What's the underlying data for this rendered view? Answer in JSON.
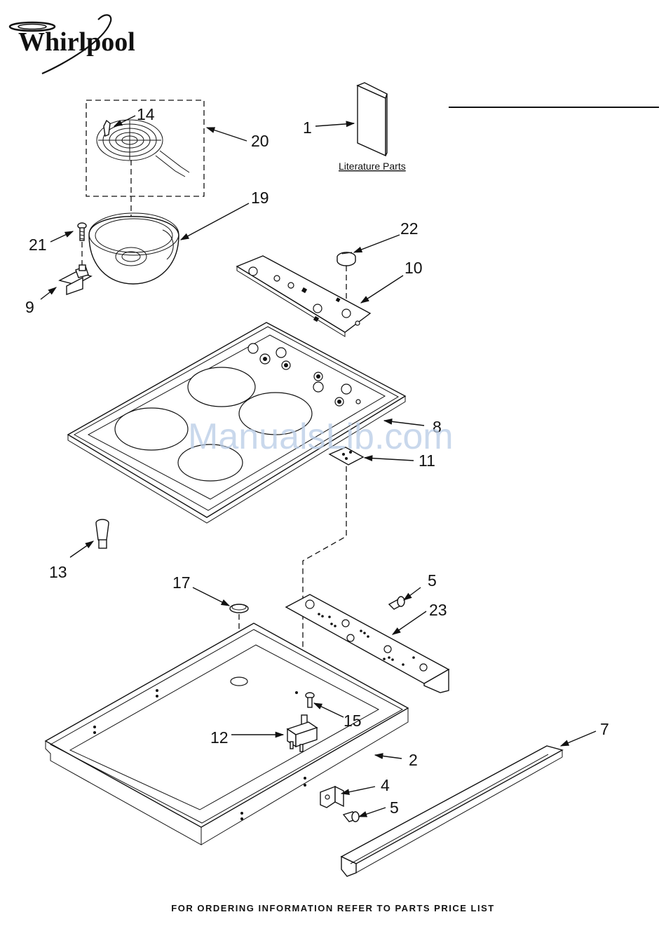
{
  "brand": {
    "logo_text": "Whirlpool"
  },
  "literature_label": "Literature Parts",
  "watermark": "ManualsLib.com",
  "footer": "FOR ORDERING INFORMATION REFER TO PARTS PRICE LIST",
  "callouts": [
    {
      "id": "c1",
      "label": "1"
    },
    {
      "id": "c2",
      "label": "2"
    },
    {
      "id": "c4",
      "label": "4"
    },
    {
      "id": "c5a",
      "label": "5"
    },
    {
      "id": "c5b",
      "label": "5"
    },
    {
      "id": "c7",
      "label": "7"
    },
    {
      "id": "c8",
      "label": "8"
    },
    {
      "id": "c9",
      "label": "9"
    },
    {
      "id": "c10",
      "label": "10"
    },
    {
      "id": "c11",
      "label": "11"
    },
    {
      "id": "c12",
      "label": "12"
    },
    {
      "id": "c13",
      "label": "13"
    },
    {
      "id": "c14",
      "label": "14"
    },
    {
      "id": "c15",
      "label": "15"
    },
    {
      "id": "c17",
      "label": "17"
    },
    {
      "id": "c19",
      "label": "19"
    },
    {
      "id": "c20",
      "label": "20"
    },
    {
      "id": "c21",
      "label": "21"
    },
    {
      "id": "c22",
      "label": "22"
    },
    {
      "id": "c23",
      "label": "23"
    }
  ]
}
